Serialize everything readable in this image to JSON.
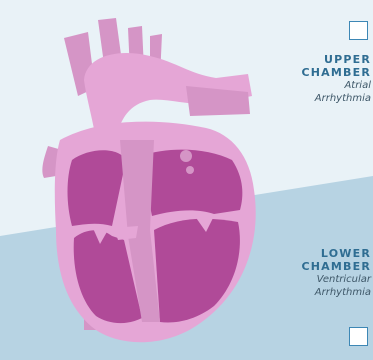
{
  "colors": {
    "background_upper": "#e9f2f7",
    "background_lower": "#b7d3e3",
    "heart_light": "#e5a6d6",
    "heart_mid": "#d595c6",
    "heart_dark": "#b04a98",
    "label_title": "#2f6d92"
  },
  "upper": {
    "title_line1": "UPPER",
    "title_line2": "CHAMBER",
    "subtitle_line1": "Atrial",
    "subtitle_line2": "Arrhythmia",
    "checked": false
  },
  "lower": {
    "title_line1": "LOWER",
    "title_line2": "CHAMBER",
    "subtitle_line1": "Ventricular",
    "subtitle_line2": "Arrhythmia",
    "checked": false
  }
}
